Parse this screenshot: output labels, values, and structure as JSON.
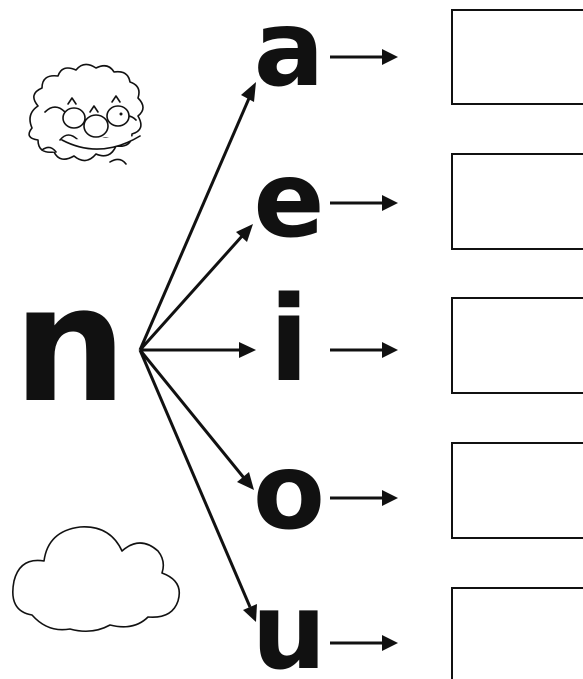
{
  "worksheet": {
    "consonant": "n",
    "vowels": [
      "a",
      "e",
      "i",
      "o",
      "u"
    ],
    "answers": [
      "",
      "",
      "",
      "",
      ""
    ],
    "pictures": [
      "nest-icon",
      "cloud-icon"
    ]
  }
}
